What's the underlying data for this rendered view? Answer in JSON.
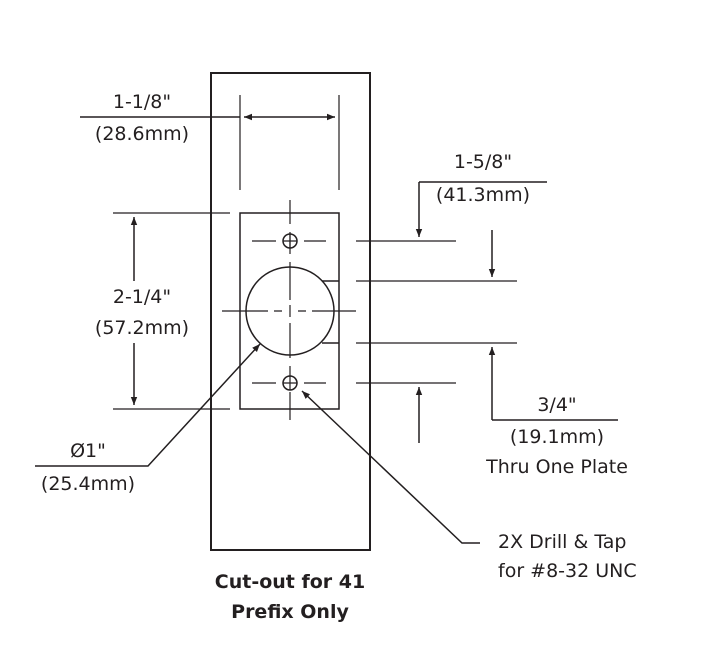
{
  "dimensions": {
    "backset_width": {
      "fraction": "1-1/8\"",
      "metric": "(28.6mm)"
    },
    "screw_offset": {
      "fraction": "1-5/8\"",
      "metric": "(41.3mm)"
    },
    "cutout_height": {
      "fraction": "2-1/4\"",
      "metric": "(57.2mm)"
    },
    "bore_diameter": {
      "fraction": "Ø1\"",
      "metric": "(25.4mm)"
    },
    "thru_plate": {
      "fraction": "3/4\"",
      "metric": "(19.1mm)",
      "note": "Thru One Plate"
    }
  },
  "drill_callout": {
    "line1": "2X Drill & Tap",
    "line2": "for #8-32 UNC"
  },
  "caption": {
    "line1": "Cut-out for 41",
    "line2": "Prefix Only"
  },
  "colors": {
    "ink": "#231f20",
    "background": "#ffffff"
  }
}
